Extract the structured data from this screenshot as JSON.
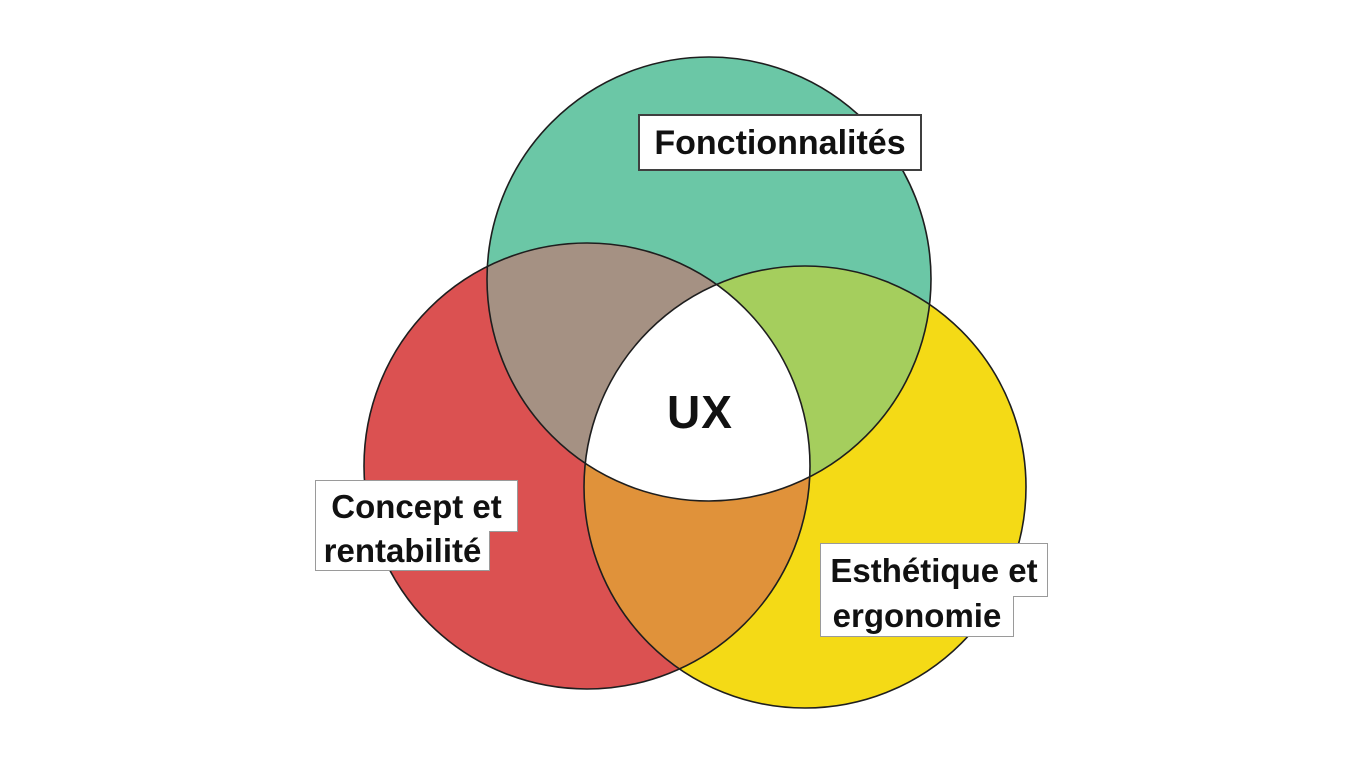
{
  "diagram": {
    "type": "venn-3-circles",
    "center_label": "UX",
    "sets": [
      {
        "name": "Fonctionnalités",
        "color": "#6BC7A6"
      },
      {
        "name": "Concept et rentabilité",
        "label_lines": [
          "Concept et",
          "rentabilité"
        ],
        "color": "#DB5151"
      },
      {
        "name": "Esthétique et ergonomie",
        "label_lines": [
          "Esthétique et",
          "ergonomie"
        ],
        "color": "#F4DA16"
      }
    ],
    "overlaps": {
      "fonctionnalites_concept": "#A59183",
      "fonctionnalites_esthetique": "#A5CE5D",
      "concept_esthetique": "#E0923A",
      "all_three": "#FFFFFF"
    },
    "outline_color": "#1E1E1E",
    "background_color": "#FFFFFF"
  }
}
